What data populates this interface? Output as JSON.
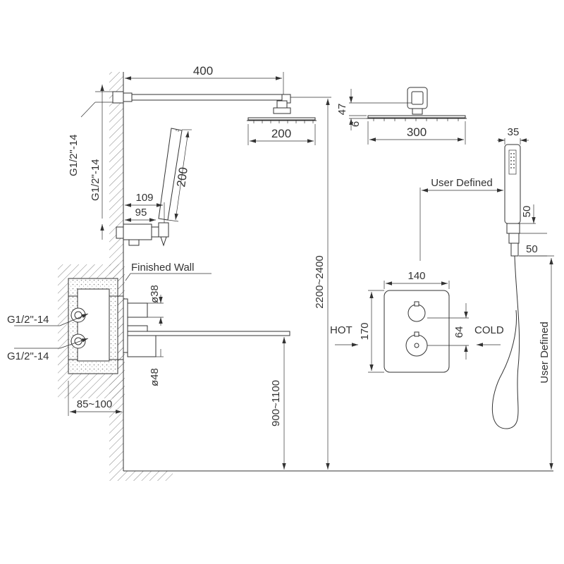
{
  "dims": {
    "arm_length": "400",
    "head_a_size": "200",
    "head_b_size": "300",
    "head_height": "47",
    "head_thickness": "6",
    "hand_shower_length": "200",
    "hand_shower_width": "35",
    "outlet_109": "109",
    "outlet_95": "95",
    "holder_50a": "50",
    "holder_50b": "50",
    "plate_width": "140",
    "plate_height": "170",
    "knob_spacing": "64",
    "dia_38": "ø38",
    "dia_48": "ø48",
    "wall_depth": "85~100",
    "mixer_height": "900~1100",
    "shower_height": "2200~2400"
  },
  "labels": {
    "thread_top_1": "G1/2\"-14",
    "thread_top_2": "G1/2\"-14",
    "thread_in_1": "G1/2\"-14",
    "thread_in_2": "G1/2\"-14",
    "finished_wall": "Finished Wall",
    "user_defined_h": "User Defined",
    "user_defined_v": "User Defined",
    "hot": "HOT",
    "cold": "COLD"
  }
}
